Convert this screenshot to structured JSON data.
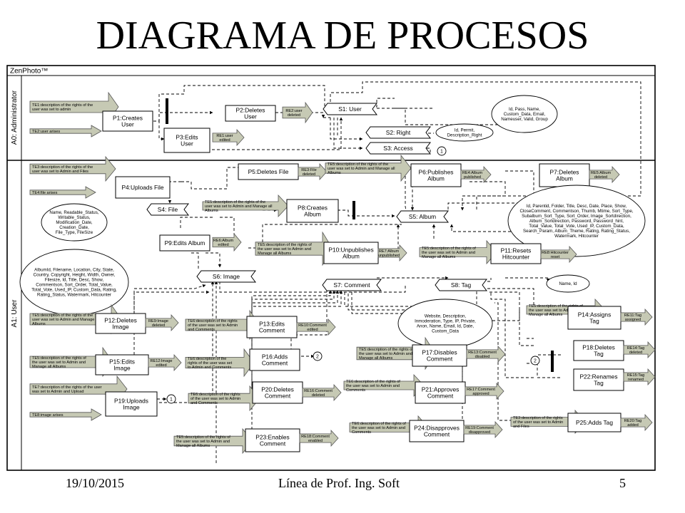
{
  "title": "DIAGRAMA DE PROCESOS",
  "header": "ZenPhoto™",
  "lanes": [
    "A0: Administrator",
    "A1: User"
  ],
  "processes": {
    "p1": "P1:Creates User",
    "p2": "P2:Deletes User",
    "p3": "P3:Edits User",
    "p4": "P4:Uploads File",
    "p5": "P5:Deletes File",
    "p6": "P6:Publishes Album",
    "p7": "P7:Deletes Album",
    "p8": "P8:Creates Album",
    "p9": "P9:Edits Album",
    "p10": "P10:Unpublishes Album",
    "p11": "P11:Resets Hitcounter",
    "p12": "P12:Deletes Image",
    "p13": "P13:Edits Comment",
    "p14": "P14:Assigns Tag",
    "p15": "P15:Edits Image",
    "p16": "P16:Adds Comment",
    "p17": "P17:Disables Comment",
    "p18": "P18:Deletes Tag",
    "p19": "P19:Uploads Image",
    "p20": "P20:Deletes Comment",
    "p21": "P21:Approves Comment",
    "p22": "P22:Renames Tag",
    "p23": "P23:Enables Comment",
    "p24": "P24:Disapproves Comment",
    "p25": "P25:Adds Tag"
  },
  "stores": {
    "s1": "S1: User",
    "s2": "S2: Right",
    "s3": "S3: Access",
    "s4": "S4: File",
    "s5": "S5: Album",
    "s6": "S6: Image",
    "s7": "S7: Comment",
    "s8": "S8: Tag"
  },
  "events_in": {
    "te1": "TE1:description of the rights of the user was set to admin",
    "te2": "TE2:user arises",
    "te3": "TE3:description of the rights of the user was set to Admin and Files",
    "te4": "TE4:file arises",
    "te5a": "TE5:description of the rights of the user was set to Admin and Manage all Albums",
    "te5b": "TE5:description of the rights of the user was set to Admin and Manage all Albums",
    "te5c": "TE5:description of the rights of the user was set to Admin and Manage all Albums",
    "te5d": "TE5:description of the rights of the user was set to Admin and Manage all Albums",
    "te5e": "TE5:description of the rights of the user was set to Admin and Manage all Albums",
    "te5f": "TE5:description of the rights of the user was set to Admin and Manage all Albums",
    "te5g": "TE5:description of the rights of the user was set to Admin and Manage all Albums",
    "te5h": "TE5:description of the rights of the user was set to Admin and Manage all Albums",
    "te5i": "TE5:description of the rights of the user was set to Admin and Manage all Albums",
    "te5j": "TE5:description of the rights of the user was set to Admin and Manage all Albums",
    "te6a": "TE6:description of the rights of the user was set to Admin and Comments",
    "te6b": "TE6:description of the rights of the user was set to Admin and Comments",
    "te6c": "TE6:description of the rights of the user was set to Admin and Comments",
    "te6d": "TE6:description of the rights of the user was set to Admin and Comments",
    "te6e": "TE6:description of the rights of the user was set to Admin and Comments",
    "te7": "TE7:description of the rights of the user was set to Admin and Upload",
    "te8": "TE8:image arises",
    "te3b": "TE3:description of the rights of the user was set to Admin and Files"
  },
  "events_out": {
    "re1": "RE1:user edited",
    "re2": "RE2:user deleted",
    "re3": "RE3:File deleted",
    "re4": "RE4:Album published",
    "re5": "RE5:Album deleted",
    "re6": "RE6:Album edited",
    "re7": "RE7:Album unpublished",
    "re8": "RE8:Hitcounter reset",
    "re9": "RE9:Image deleted",
    "re10": "RE10:Comment edited",
    "re11": "RE11:Tag assigned",
    "re12": "RE12:Image edited",
    "re13": "RE13:Comment disabled",
    "re14": "RE14:Tag deleted",
    "re15": "RE15:Tag renamed",
    "re16": "RE16:Comment deleted",
    "re17": "RE17:Comment approved",
    "re18": "RE18:Comment enabled",
    "re19": "RE19:Comment disapproved",
    "re20": "RE20:Tag added"
  },
  "attrs": {
    "user": "Id, Pass, Name, Custom_Data, Email, Nameuser, Valid, Group",
    "right": "Id, Permit, Description_Right",
    "album": "Id, Parentid, Folder, Title, Desc, Date, Place, Show, CloseComment, Commentson, Thumb, Mtime, Sort_Type, Subalbum_Sort_Type, Sort_Order, Image_Sortdirection, Album_Sortdirection, Password, Password_hint, Total_Value, Total_Vote, Used_IP, Custom_Data, Search_Param, Album_Theme, Rating, Rating_Status, Watermark, Hitcounter",
    "file": "Name, Readable_Status, Writable_Status, Modification_Date, Creation_Date, File_Type, FileSize",
    "image": "AlbumId, Filename, Location, City, State, Country, Copyright, Height, Width, Owner, Filesize, Id, Title, Desc, Show, Commentson, Sort_Order, Total_Value, Total_Vote, Used_IP, Custom_Data, Rating, Rating_Status, Watermark, Hitcounter",
    "tag": "Name, Id",
    "comment": "Website, Description, Inmoderation, Type, IP, Private, Anon, Name, Email, Id, Date, Custom_Data"
  },
  "connectors": {
    "c1": "1",
    "c2": "2"
  },
  "footer": {
    "date": "19/10/2015",
    "course": "Línea de Prof. Ing. Soft",
    "page": "5"
  }
}
